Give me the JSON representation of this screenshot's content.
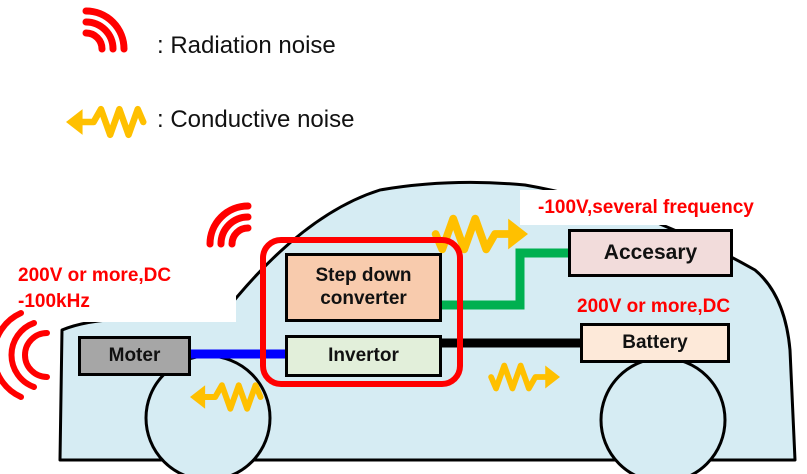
{
  "legend": {
    "radiation": {
      "label": ": Radiation noise",
      "icon": "radiation-waves-icon"
    },
    "conductive": {
      "label": ": Conductive noise",
      "icon": "conductive-noise-arrow-icon"
    }
  },
  "annotations": {
    "motor_spec_line1": "200V or more,DC",
    "motor_spec_line2": "-100kHz",
    "accessory_spec": "-100V,several frequency",
    "battery_spec": "200V or more,DC"
  },
  "components": {
    "step_down_converter_line1": "Step down",
    "step_down_converter_line2": "converter",
    "invertor": "Invertor",
    "moter": "Moter",
    "accesary": "Accesary",
    "battery": "Battery"
  },
  "colors": {
    "radiation": "#ff0000",
    "conductive": "#ffc000",
    "annotation_text": "#ff0000",
    "car_body": "#d6ecf3",
    "converter_fill": "#f8cbad",
    "invertor_fill": "#e2efda",
    "moter_fill": "#a6a6a6",
    "accesary_fill": "#f2dcdb",
    "battery_fill": "#fde9d9",
    "highlight_frame": "#ff0000",
    "motor_link": "#0000ff",
    "accessory_link": "#00b050",
    "battery_link": "#000000"
  }
}
